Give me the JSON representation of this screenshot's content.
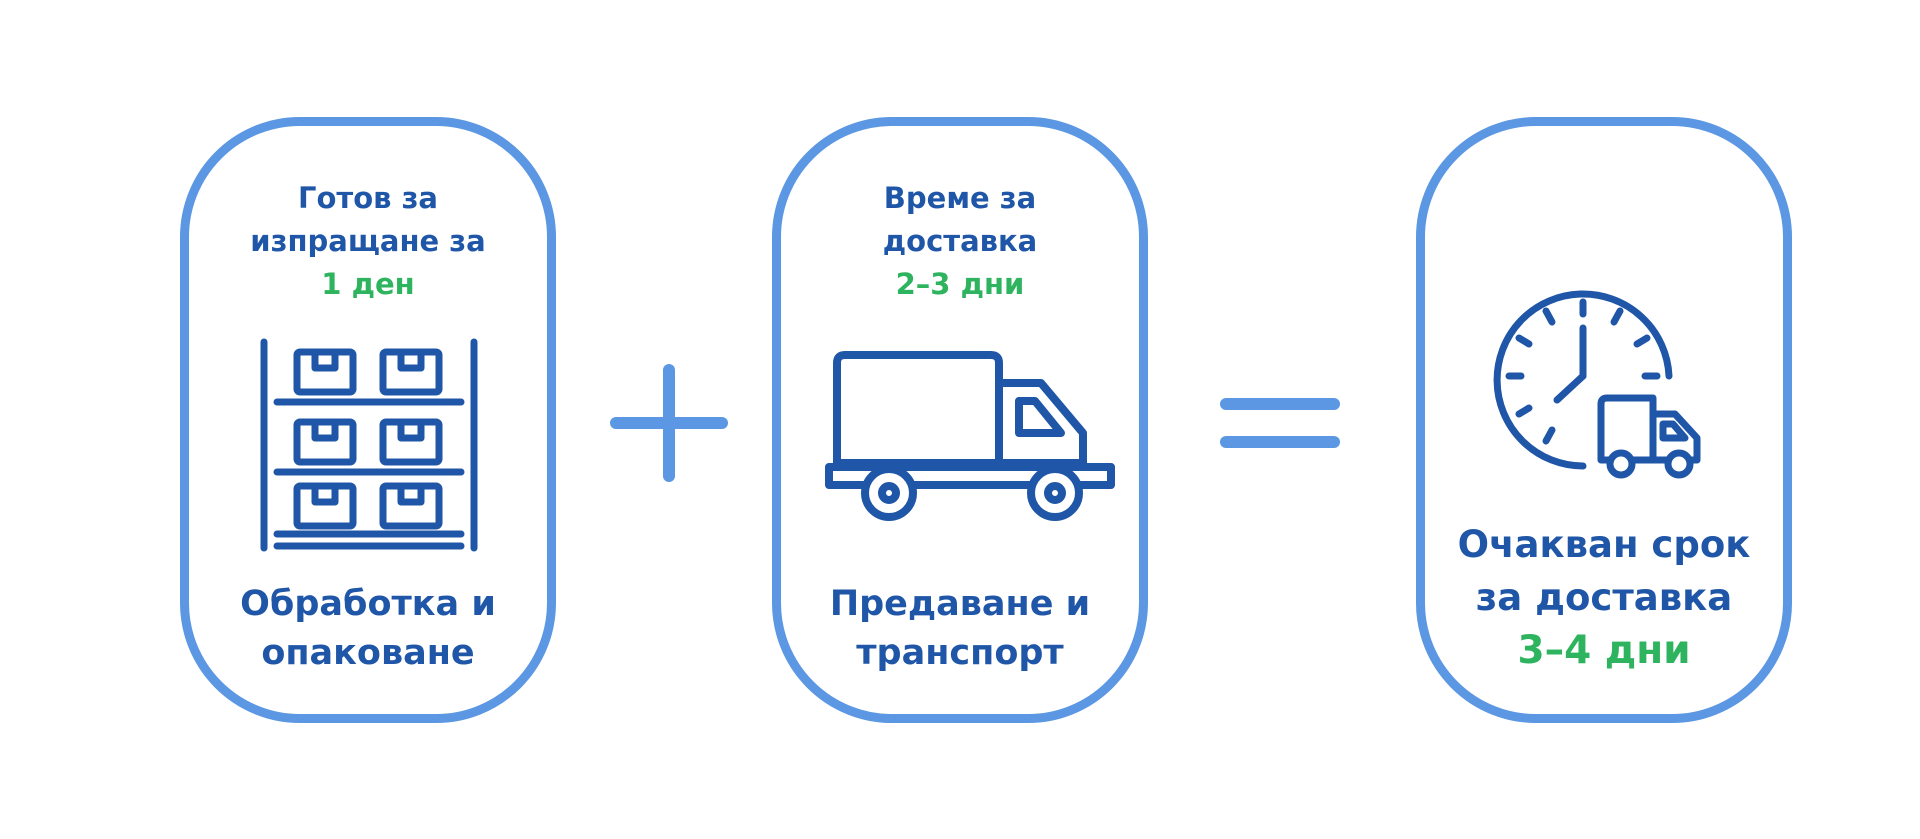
{
  "colors": {
    "card_border": "#5b97e2",
    "text_primary": "#1f56a7",
    "text_accent": "#2eb35e",
    "icon_stroke": "#1f56a7",
    "operator": "#5b97e2"
  },
  "steps": [
    {
      "icon": "warehouse-shelves-icon",
      "top_lines": [
        "Готов за",
        "изпращане за"
      ],
      "top_accent": "1 ден",
      "bottom_lines": [
        "Обработка и",
        "опаковане"
      ]
    },
    {
      "icon": "delivery-truck-icon",
      "top_lines": [
        "Време за",
        "доставка"
      ],
      "top_accent": "2–3 дни",
      "bottom_lines": [
        "Предаване и",
        "транспорт"
      ]
    }
  ],
  "result": {
    "icon": "clock-truck-icon",
    "lines": [
      "Очакван срок",
      "за доставка"
    ],
    "accent": "3–4 дни"
  },
  "operators": {
    "plus": "plus-icon",
    "equals": "equals-icon"
  }
}
